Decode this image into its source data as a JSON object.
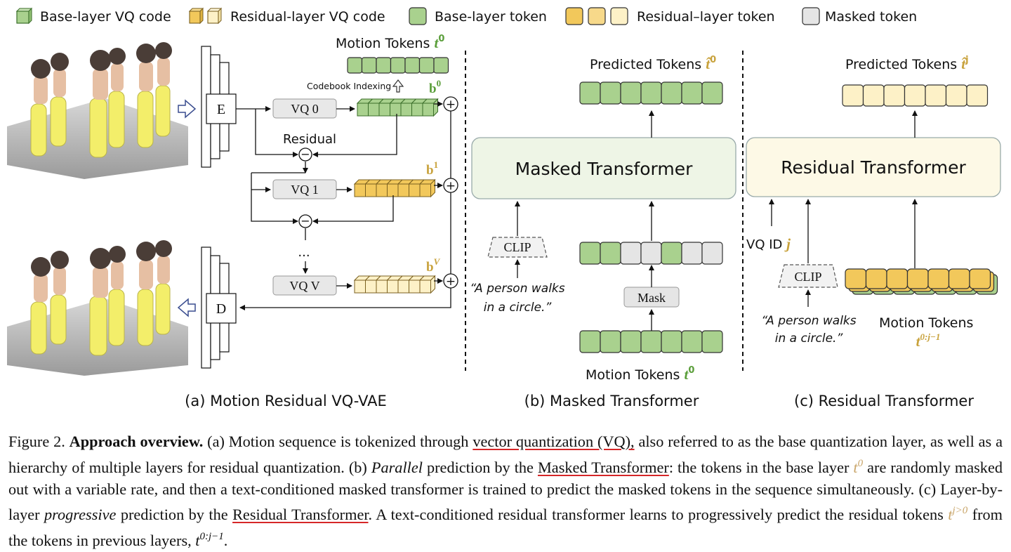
{
  "legend": {
    "base_vq_code": "Base-layer VQ code",
    "residual_vq_code": "Residual-layer VQ code",
    "base_token": "Base-layer token",
    "residual_token": "Residual–layer token",
    "masked_token": "Masked token"
  },
  "panel_a": {
    "motion_tokens_label": "Motion Tokens",
    "motion_tokens_sym": "t",
    "motion_tokens_sup": "0",
    "codebook_indexing": "Codebook Indexing",
    "encoder": "E",
    "decoder": "D",
    "vq0": "VQ 0",
    "vq1": "VQ 1",
    "vqv": "VQ V",
    "residual": "Residual",
    "b0": "b",
    "b0_sup": "0",
    "b1": "b",
    "b1_sup": "1",
    "bv": "b",
    "bv_sup": "V",
    "ellipsis": "...",
    "minus": "−",
    "plus": "+",
    "caption": "(a) Motion Residual VQ-VAE"
  },
  "panel_b": {
    "predicted_label": "Predicted Tokens",
    "predicted_sym": "t̂",
    "predicted_sup": "0",
    "transformer": "Masked Transformer",
    "clip": "CLIP",
    "prompt_line1": "“A person walks",
    "prompt_line2": "in a circle.”",
    "mask": "Mask",
    "motion_tokens_label": "Motion Tokens",
    "motion_tokens_sym": "t",
    "motion_tokens_sup": "0",
    "caption": "(b) Masked Transformer"
  },
  "panel_c": {
    "predicted_label": "Predicted Tokens",
    "predicted_sym": "t̂",
    "predicted_sup": "j",
    "transformer": "Residual Transformer",
    "vq_id": "VQ ID",
    "vq_id_sym": "j",
    "clip": "CLIP",
    "prompt_line1": "“A person walks",
    "prompt_line2": "in a circle.”",
    "motion_tokens_label": "Motion Tokens",
    "motion_tokens_sym": "t",
    "motion_tokens_sup": "0:j−1",
    "caption": "(c) Residual Transformer"
  },
  "caption": {
    "fig_label": "Figure 2.",
    "title": "Approach overview.",
    "t1": "(a) Motion sequence is tokenized through",
    "link_vq": "vector quantization (VQ),",
    "t2": "also referred to as the base quantization layer, as well as a hierarchy of multiple layers for residual quantization. (b)",
    "parallel": "Parallel",
    "t3": "prediction by the",
    "link_masked": "Masked Transformer",
    "t4": ": the tokens in the base layer",
    "sym_t": "t",
    "sup0": "0",
    "t5": "are randomly masked out with a variable rate, and then a text-conditioned masked transformer is trained to predict the masked tokens in the sequence simultaneously. (c) Layer-by-layer",
    "progressive": "progressive",
    "t6": "prediction by the",
    "link_residual": "Residual Transformer",
    "t7": ". A text-conditioned residual transformer learns to progressively predict the residual tokens",
    "supj": "j>0",
    "t8": "from the tokens in previous layers,",
    "sup0j": "0:j−1",
    "t9": "."
  },
  "colors": {
    "green": "#a9d18e",
    "green_edge": "#3b6e2a",
    "yellow": "#f2c85b",
    "light_yellow": "#fdf1c7",
    "gray": "#e5e5e5",
    "box_green": "#eef5e6",
    "box_yellow": "#fdf9e6",
    "gold_text": "#c8a23c",
    "green_text": "#5a9e3a"
  }
}
